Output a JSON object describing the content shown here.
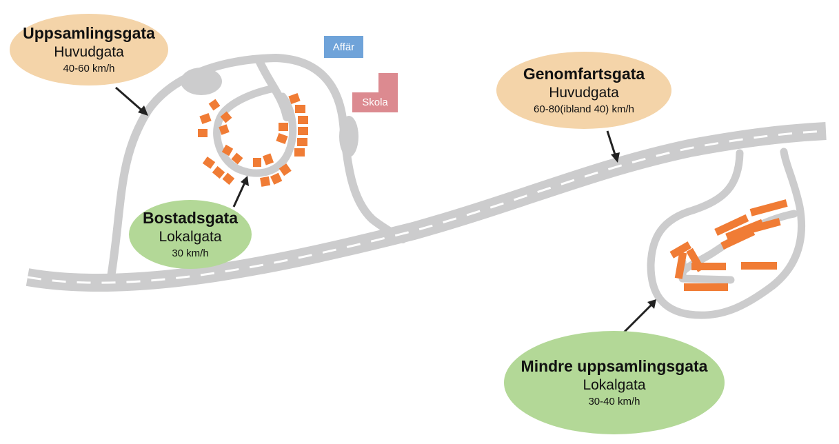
{
  "colors": {
    "road": "#cccccd",
    "road_center_line": "#ffffff",
    "building": "#f07c35",
    "arrow": "#222222",
    "main_street_bubble": "#f4d4a9",
    "local_street_bubble": "#b3d897",
    "shop": "#6fa3d9",
    "school": "#dc8a90"
  },
  "labels": {
    "uppsamlingsgata": {
      "name": "Uppsamlingsgata",
      "type": "Huvudgata",
      "speed": "40-60 km/h"
    },
    "genomfartsgata": {
      "name": "Genomfartsgata",
      "type": "Huvudgata",
      "speed": "60-80(ibland 40) km/h"
    },
    "bostadsgata": {
      "name": "Bostadsgata",
      "type": "Lokalgata",
      "speed": "30 km/h"
    },
    "mindre_uppsamlingsgata": {
      "name": "Mindre uppsamlingsgata",
      "type": "Lokalgata",
      "speed": "30-40 km/h"
    }
  },
  "places": {
    "shop": "Affär",
    "school": "Skola"
  }
}
